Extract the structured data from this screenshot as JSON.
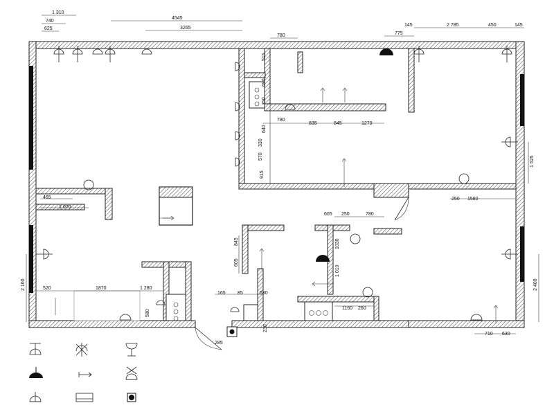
{
  "dimensions": {
    "top": [
      "1 310",
      "740",
      "625",
      "4545",
      "3265",
      "780",
      "775",
      "145",
      "2 785",
      "450",
      "145"
    ],
    "inner": [
      "515",
      "690",
      "350",
      "640",
      "780",
      "835",
      "845",
      "1270",
      "330",
      "570",
      "915"
    ],
    "right": [
      "1 525",
      "250",
      "1580",
      "2 400",
      "710",
      "630"
    ],
    "left": [
      "465",
      "1 070",
      "2 160",
      "520",
      "1870",
      "1 280",
      "580"
    ],
    "middle": [
      "605",
      "250",
      "780",
      "845",
      "605",
      "1030",
      "1 010",
      "1160",
      "260",
      "165",
      "85",
      "630",
      "285",
      "230"
    ]
  },
  "legend": {
    "items": [
      "wall-lamp",
      "chandelier",
      "pendant-lamp",
      "ceiling-lamp-filled",
      "direction-arrow",
      "wall-lamp-double",
      "wall-lamp-alt",
      "panel-fixture",
      "socket-filled"
    ]
  }
}
